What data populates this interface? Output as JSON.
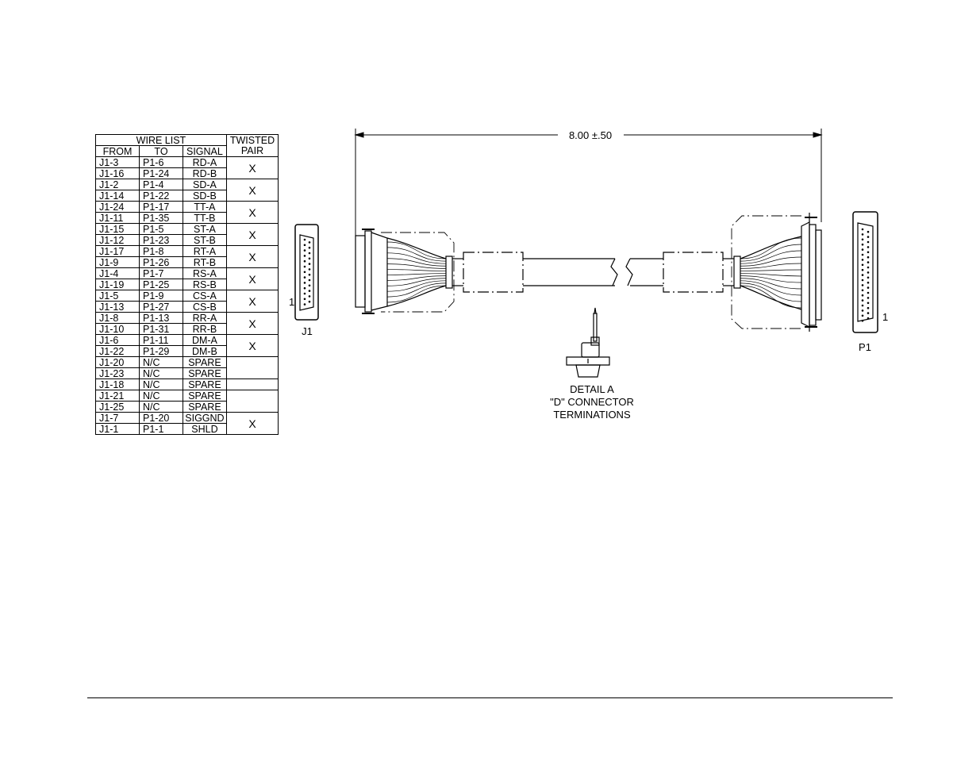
{
  "wire_list": {
    "title": "WIRE LIST",
    "twisted_pair_header": [
      "TWISTED",
      "PAIR"
    ],
    "columns": [
      "FROM",
      "TO",
      "SIGNAL"
    ],
    "rows": [
      {
        "from": "J1-3",
        "to": "P1-6",
        "signal": "RD-A"
      },
      {
        "from": "J1-16",
        "to": "P1-24",
        "signal": "RD-B"
      },
      {
        "from": "J1-2",
        "to": "P1-4",
        "signal": "SD-A"
      },
      {
        "from": "J1-14",
        "to": "P1-22",
        "signal": "SD-B"
      },
      {
        "from": "J1-24",
        "to": "P1-17",
        "signal": "TT-A"
      },
      {
        "from": "J1-11",
        "to": "P1-35",
        "signal": "TT-B"
      },
      {
        "from": "J1-15",
        "to": "P1-5",
        "signal": "ST-A"
      },
      {
        "from": "J1-12",
        "to": "P1-23",
        "signal": "ST-B"
      },
      {
        "from": "J1-17",
        "to": "P1-8",
        "signal": "RT-A"
      },
      {
        "from": "J1-9",
        "to": "P1-26",
        "signal": "RT-B"
      },
      {
        "from": "J1-4",
        "to": "P1-7",
        "signal": "RS-A"
      },
      {
        "from": "J1-19",
        "to": "P1-25",
        "signal": "RS-B"
      },
      {
        "from": "J1-5",
        "to": "P1-9",
        "signal": "CS-A"
      },
      {
        "from": "J1-13",
        "to": "P1-27",
        "signal": "CS-B"
      },
      {
        "from": "J1-8",
        "to": "P1-13",
        "signal": "RR-A"
      },
      {
        "from": "J1-10",
        "to": "P1-31",
        "signal": "RR-B"
      },
      {
        "from": "J1-6",
        "to": "P1-11",
        "signal": "DM-A"
      },
      {
        "from": "J1-22",
        "to": "P1-29",
        "signal": "DM-B"
      },
      {
        "from": "J1-20",
        "to": "N/C",
        "signal": "SPARE"
      },
      {
        "from": "J1-23",
        "to": "N/C",
        "signal": "SPARE"
      },
      {
        "from": "J1-18",
        "to": "N/C",
        "signal": "SPARE"
      },
      {
        "from": "J1-21",
        "to": "N/C",
        "signal": "SPARE"
      },
      {
        "from": "J1-25",
        "to": "N/C",
        "signal": "SPARE"
      },
      {
        "from": "J1-7",
        "to": "P1-20",
        "signal": "SIGGND"
      },
      {
        "from": "J1-1",
        "to": "P1-1",
        "signal": "SHLD"
      }
    ],
    "twisted_pair_marks": [
      "X",
      "X",
      "X",
      "X",
      "X",
      "X",
      "X",
      "X",
      "X",
      "",
      "",
      "",
      "X"
    ]
  },
  "drawing": {
    "dimension": "8.00  ±.50",
    "j1_label": "J1",
    "j1_pin": "1",
    "p1_label": "P1",
    "p1_pin": "1",
    "detail_lines": [
      "DETAIL A",
      "\"D\" CONNECTOR",
      "TERMINATIONS"
    ]
  }
}
